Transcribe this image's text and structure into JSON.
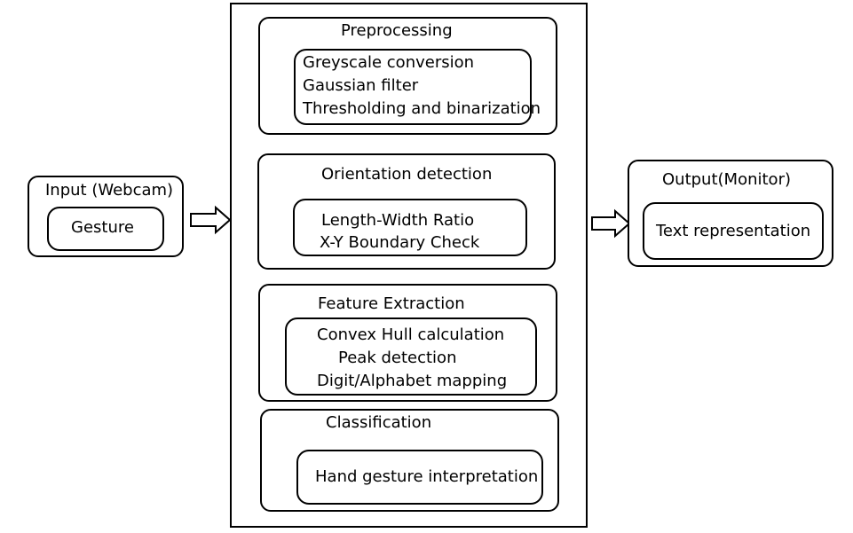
{
  "input": {
    "title": "Input (Webcam)",
    "inner": "Gesture"
  },
  "output": {
    "title": "Output(Monitor)",
    "inner": "Text representation"
  },
  "stages": {
    "preprocessing": {
      "title": "Preprocessing",
      "items": [
        "Greyscale conversion",
        "Gaussian filter",
        "Thresholding and binarization"
      ]
    },
    "orientation": {
      "title": "Orientation detection",
      "items": [
        "Length-Width Ratio",
        "X-Y Boundary Check"
      ]
    },
    "feature": {
      "title": "Feature Extraction",
      "items": [
        "Convex Hull calculation",
        "Peak detection",
        "Digit/Alphabet mapping"
      ]
    },
    "classification": {
      "title": "Classification",
      "items": [
        "Hand gesture interpretation"
      ]
    }
  }
}
